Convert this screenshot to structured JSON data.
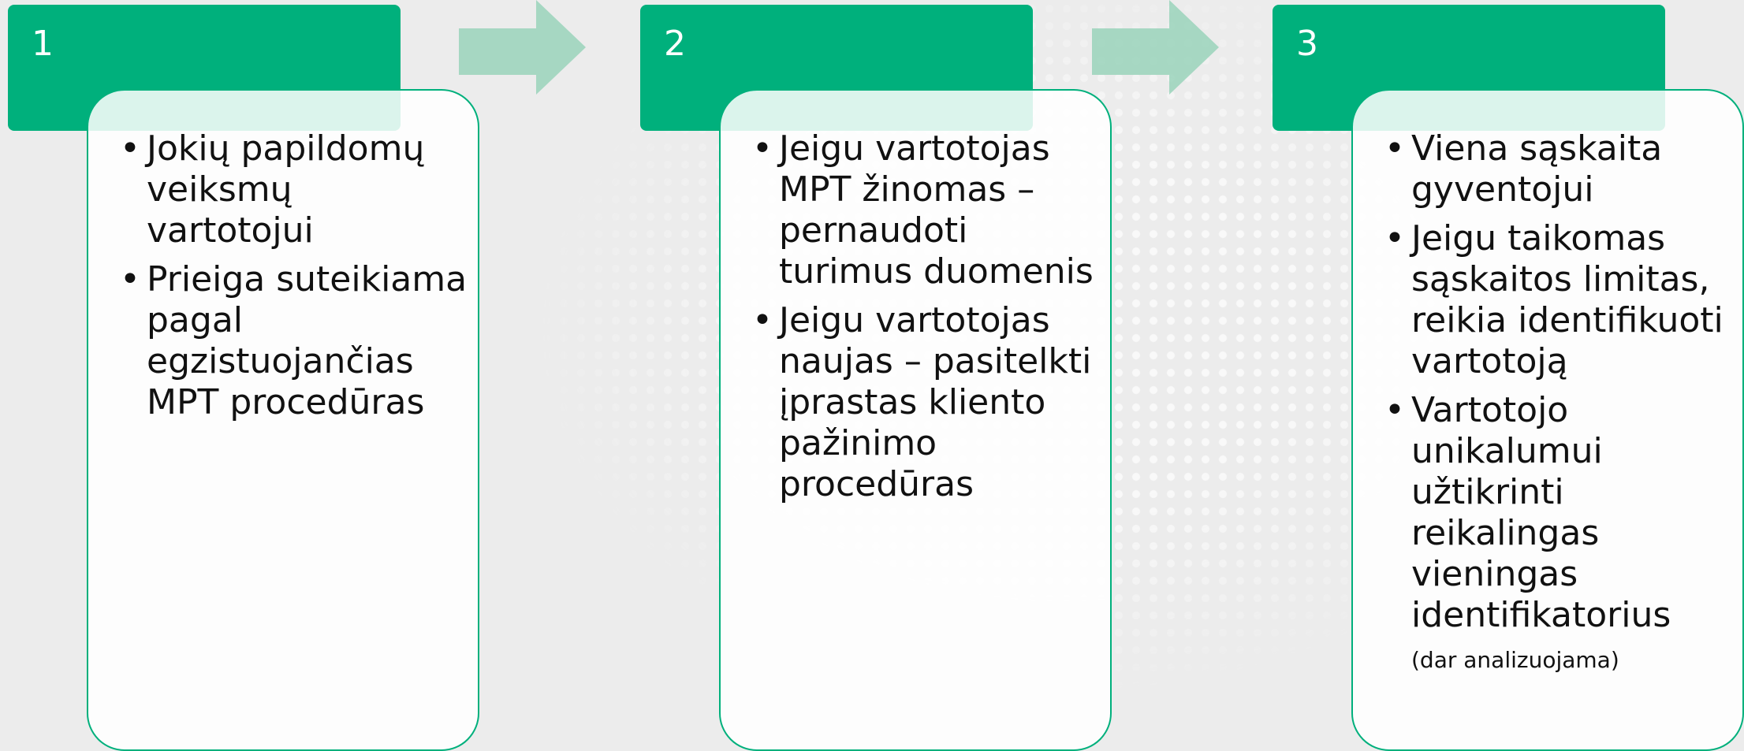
{
  "steps": [
    {
      "number": "1",
      "bullets": [
        "Jokių papildomų veiksmų vartotojui",
        "Prieiga suteikiama pagal egzistuojančias MPT procedūras"
      ]
    },
    {
      "number": "2",
      "bullets": [
        "Jeigu vartotojas MPT žinomas – pernaudoti turimus duomenis",
        "Jeigu vartotojas naujas – pasitelkti įprastas kliento pažinimo procedūras"
      ]
    },
    {
      "number": "3",
      "bullets": [
        "Viena sąskaita gyventojui",
        "Jeigu taikomas sąskaitos limitas, reikia identifikuoti vartotoją",
        "Vartotojo unikalumui užtikrinti reikalingas vieningas identifikatorius"
      ],
      "note": "(dar analizuojama)"
    }
  ],
  "colors": {
    "accent": "#00b07c",
    "arrow": "#9ad3bb",
    "background": "#ececec"
  }
}
